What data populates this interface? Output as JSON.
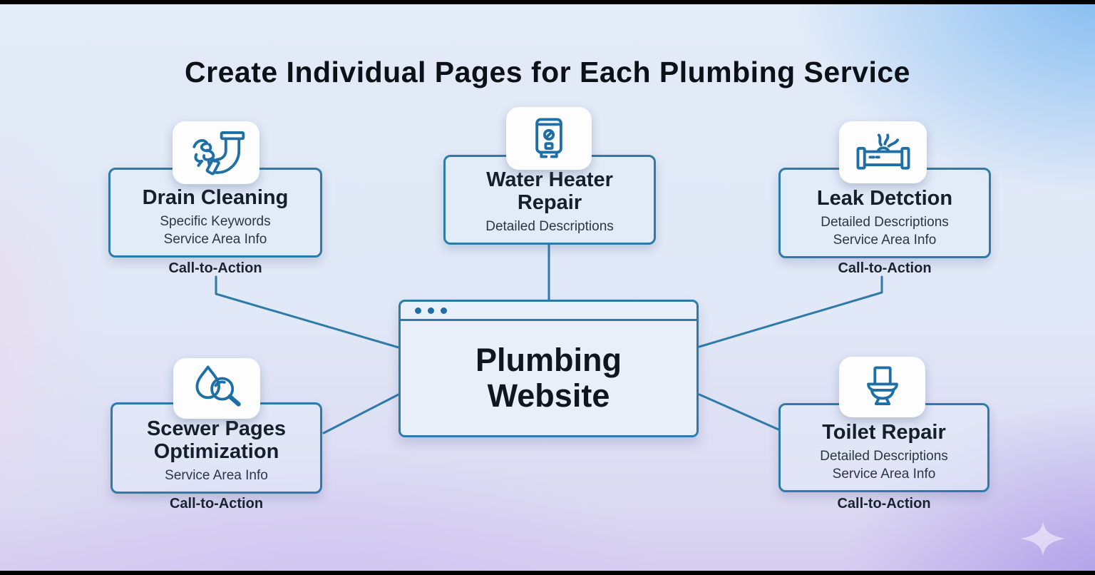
{
  "title": "Create Individual Pages for Each Plumbing Service",
  "center_node": {
    "label": "Plumbing\nWebsite"
  },
  "nodes": [
    {
      "id": "drain-cleaning",
      "icon": "drain-snake-pipe-icon",
      "title": "Drain Cleaning",
      "details": [
        "Specific Keywords",
        "Service Area Info"
      ],
      "cta": "Call-to-Action"
    },
    {
      "id": "water-heater-repair",
      "icon": "water-heater-icon",
      "title": "Water Heater Repair",
      "details": [
        "Detailed Descriptions"
      ]
    },
    {
      "id": "leak-detection",
      "icon": "leaking-pipe-icon",
      "title": "Leak Detction",
      "details": [
        "Detailed Descriptions",
        "Service Area Info"
      ],
      "cta": "Call-to-Action"
    },
    {
      "id": "sewer-pages-optimization",
      "icon": "water-drop-magnifier-icon",
      "title": "Scewer Pages Optimization",
      "details": [
        "Service Area Info"
      ],
      "cta": "Call-to-Action"
    },
    {
      "id": "toilet-repair",
      "icon": "toilet-icon",
      "title": "Toilet Repair",
      "details": [
        "Detailed Descriptions",
        "Service Area Info"
      ],
      "cta": "Call-to-Action"
    }
  ],
  "colors": {
    "connector": "#2e7aa9",
    "box_border": "#2e7aa9",
    "icon_stroke": "#1e6fa6",
    "heading_text": "#0c1118",
    "body_text": "#2b3644"
  }
}
